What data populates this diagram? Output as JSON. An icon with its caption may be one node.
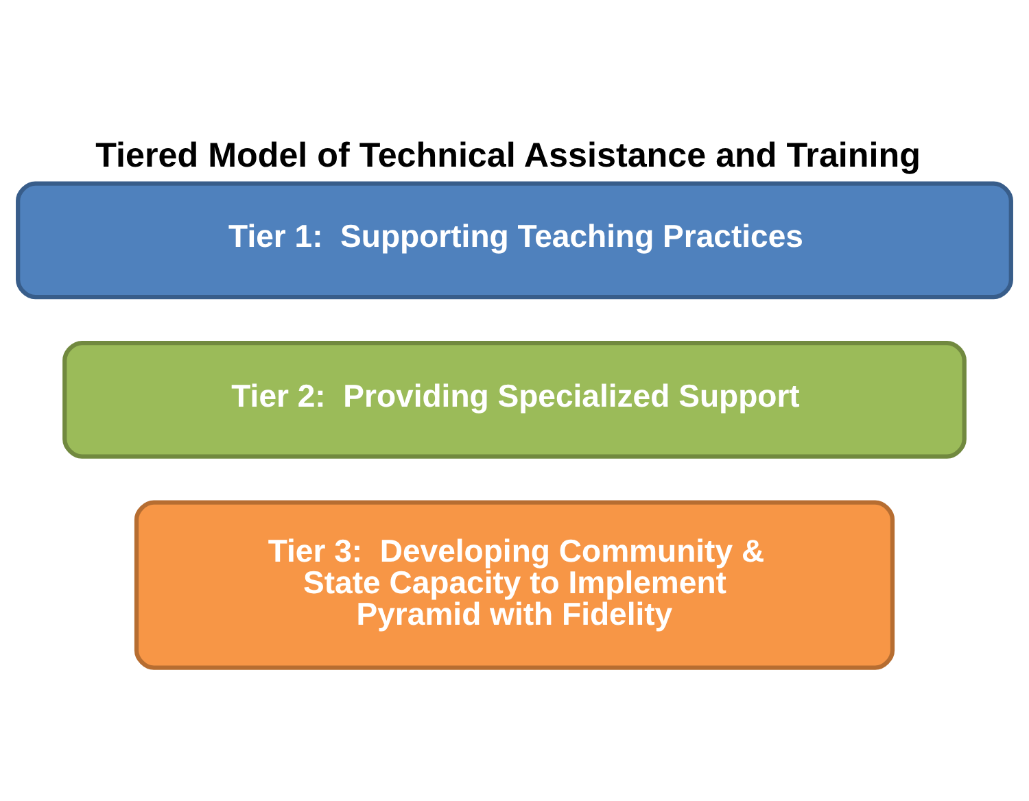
{
  "diagram": {
    "title": "Tiered Model of Technical Assistance and Training",
    "nodes": [
      {
        "text": [
          "Tier 3:  Developing Community & State Capacity to Implement Pyramid with Fidelity"
        ]
      },
      {
        "text": [
          "Tier 2:  Providing Specialized Support"
        ]
      },
      {
        "text": [
          "Tier 1:  Supporting Teaching Practices"
        ]
      }
    ],
    "edges": []
  }
}
